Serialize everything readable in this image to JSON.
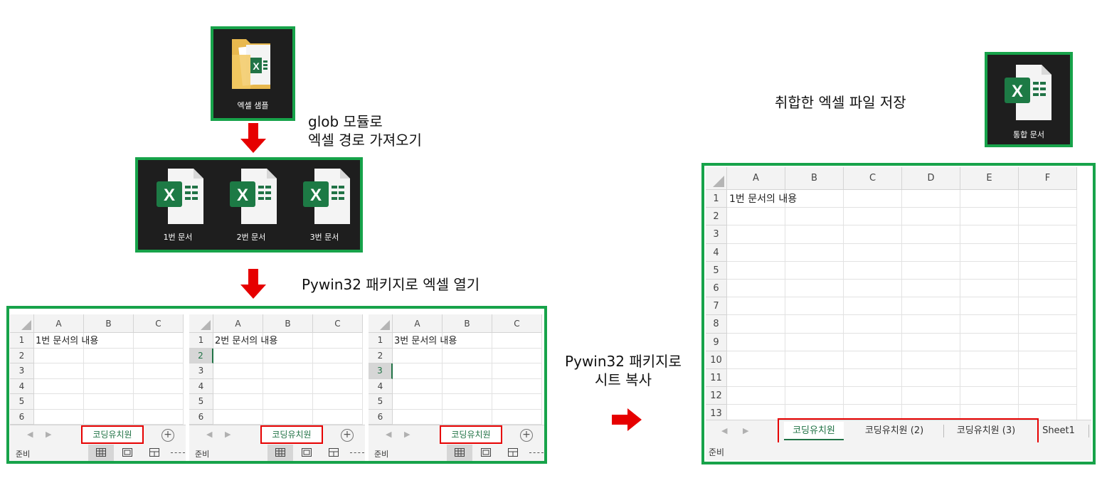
{
  "top_folder": {
    "label": "엑셀 샘플"
  },
  "step1_caption": {
    "line1": "glob 모듈로",
    "line2": "엑셀 경로 가져오기"
  },
  "files": [
    {
      "label": "1번 문서"
    },
    {
      "label": "2번 문서"
    },
    {
      "label": "3번 문서"
    }
  ],
  "step2_caption": "Pywin32 패키지로 엑셀 열기",
  "step3_caption": {
    "line1": "Pywin32 패키지로",
    "line2": "시트 복사"
  },
  "step4_caption": "취합한 엑셀 파일 저장",
  "merged_file": {
    "label": "통합 문서"
  },
  "small_sheets": {
    "columns": [
      "A",
      "B",
      "C"
    ],
    "rows": [
      "1",
      "2",
      "3",
      "4",
      "5",
      "6"
    ],
    "status": "준비",
    "tab": "코딩유치원",
    "contents": [
      "1번 문서의 내용",
      "2번 문서의 내용",
      "3번 문서의 내용"
    ]
  },
  "big_sheet": {
    "columns": [
      "A",
      "B",
      "C",
      "D",
      "E",
      "F"
    ],
    "rows": [
      "1",
      "2",
      "3",
      "4",
      "5",
      "6",
      "7",
      "8",
      "9",
      "10",
      "11",
      "12",
      "13"
    ],
    "cell_a1": "1번 문서의 내용",
    "tabs": [
      "코딩유치원",
      "코딩유치원 (2)",
      "코딩유치원 (3)",
      "Sheet1"
    ],
    "status": "준비"
  },
  "colors": {
    "green_border": "#17a34a",
    "arrow_red": "#e60000",
    "excel_green": "#217346"
  }
}
